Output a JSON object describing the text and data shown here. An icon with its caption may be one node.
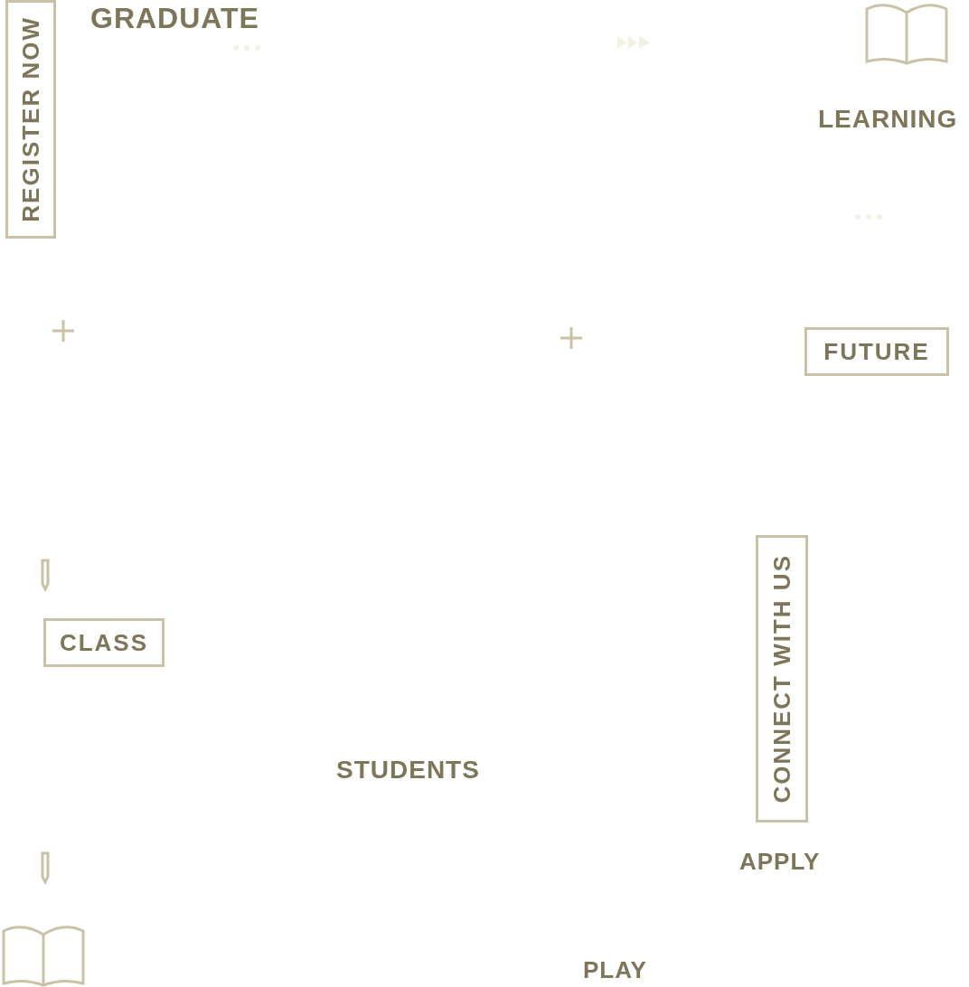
{
  "diagram": {
    "nodes": [
      {
        "text": [
          "REGISTER NOW"
        ]
      },
      {
        "text": [
          "FUTURE"
        ]
      },
      {
        "text": [
          "CLASS"
        ]
      },
      {
        "text": [
          "CONNECT WITH US"
        ]
      }
    ],
    "labels": [
      "GRADUATE",
      "LEARNING",
      "STUDENTS",
      "APPLY",
      "PLAY"
    ]
  }
}
